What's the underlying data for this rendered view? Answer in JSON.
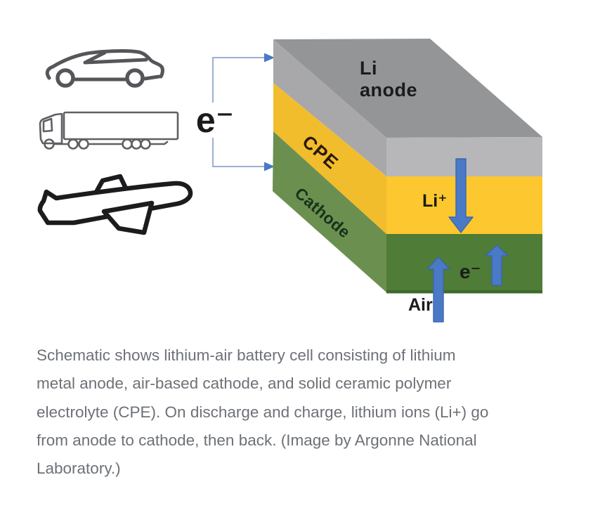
{
  "figure": {
    "icons": [
      "car",
      "semi-truck",
      "airplane"
    ],
    "labels": {
      "electron_external": "e⁻",
      "anode": "Li\nanode",
      "electrolyte": "CPE",
      "cathode": "Cathode",
      "lithium_ion": "Li⁺",
      "electron_internal": "e⁻",
      "air": "Air"
    },
    "colors": {
      "anode_top_face": "#949597",
      "anode_front_face": "#b7b7b9",
      "anode_side_face": "#a8a8aa",
      "electrolyte_front_face": "#fdc72f",
      "electrolyte_side_face": "#f2bd2c",
      "cathode_front_face": "#4f7c37",
      "cathode_side_face": "#6b8f4f",
      "cathode_bottom_edge": "#3e6a2c",
      "arrow_fill": "#4a79c6",
      "arrow_outline": "#3c66ae",
      "connector_line": "#8ba3cd",
      "vehicle_icon_gray": "#55565a",
      "airplane_black": "#1c1c1e",
      "label_black": "#1b1b1b",
      "cpe_label_color": "#2a180c",
      "cathode_label_color": "#17321c",
      "caption_gray": "#6d7177"
    }
  },
  "caption": {
    "lines": [
      "Schematic shows lithium-air battery cell consisting of lithium",
      "metal anode, air-based cathode, and solid ceramic polymer",
      "electrolyte (CPE). On discharge and charge, lithium ions (Li+) go",
      "from anode to cathode, then back. (Image by Argonne National",
      "Laboratory.)"
    ]
  }
}
